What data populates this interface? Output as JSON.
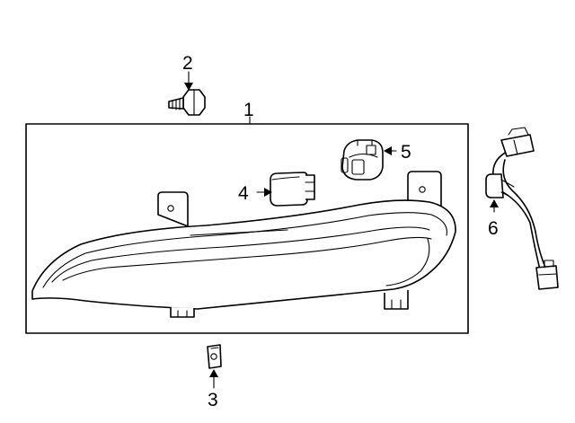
{
  "callouts": [
    {
      "id": "assembly",
      "label": "1"
    },
    {
      "id": "bolt",
      "label": "2"
    },
    {
      "id": "clip",
      "label": "3"
    },
    {
      "id": "small-bulb",
      "label": "4"
    },
    {
      "id": "socket",
      "label": "5"
    },
    {
      "id": "harness",
      "label": "6"
    }
  ]
}
